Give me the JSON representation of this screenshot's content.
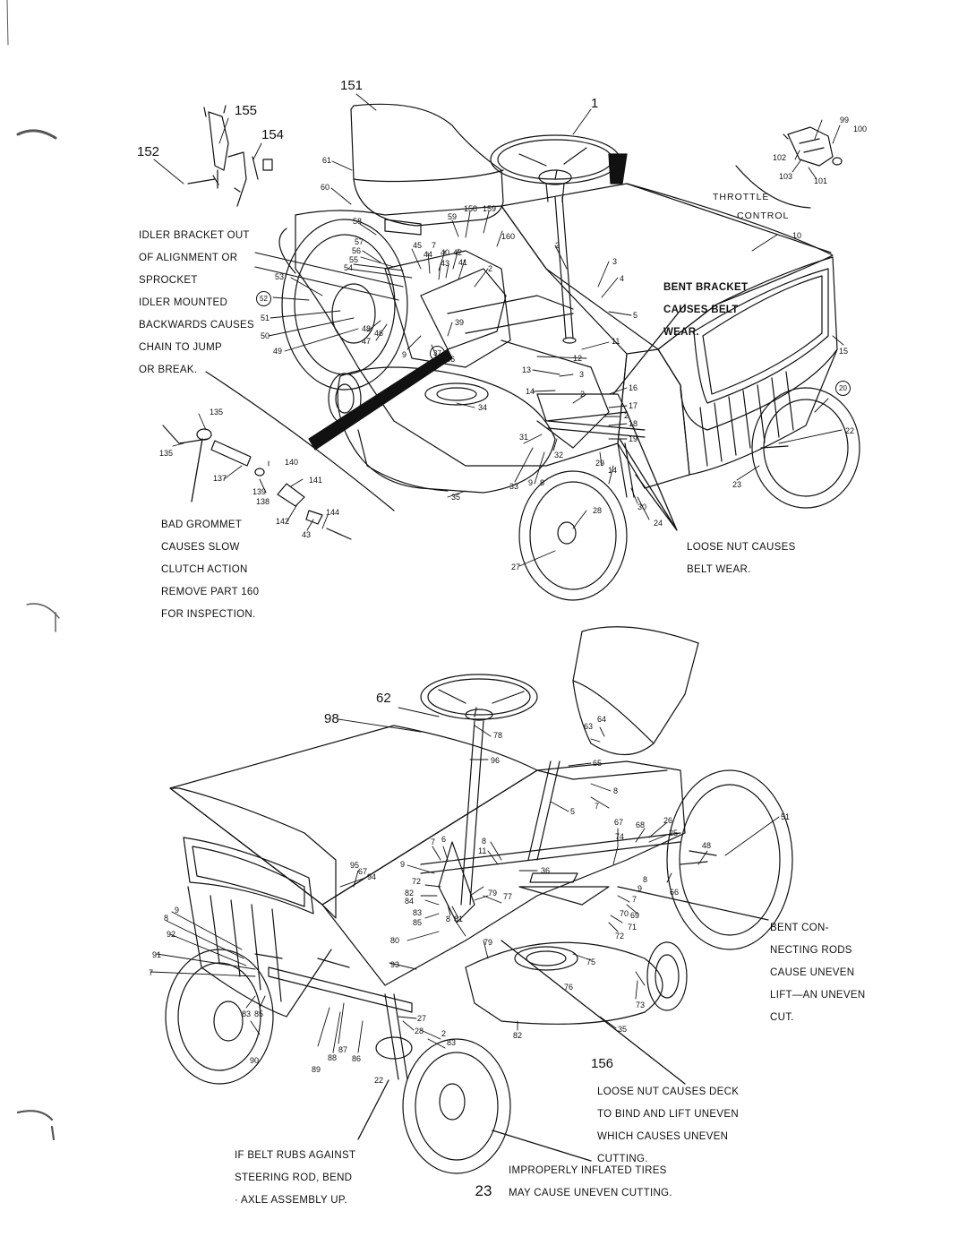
{
  "page_number": "23",
  "top_diagram": {
    "throttle_label_1": "THROTTLE",
    "throttle_label_2": "CONTROL",
    "notes": {
      "idler_1": "IDLER BRACKET OUT",
      "idler_2": "OF ALIGNMENT OR",
      "idler_3": "SPROCKET",
      "idler_4": "IDLER MOUNTED",
      "idler_5": "BACKWARDS CAUSES",
      "idler_6": "CHAIN TO JUMP",
      "idler_7": "OR BREAK.",
      "bent_1": "BENT BRACKET",
      "bent_2": "CAUSES BELT",
      "bent_3": "WEAR.",
      "grommet_1": "BAD GROMMET",
      "grommet_2": "CAUSES SLOW",
      "grommet_3": "CLUTCH ACTION",
      "grommet_4": "REMOVE PART 160",
      "grommet_5": "FOR INSPECTION.",
      "loose_1": "LOOSE NUT CAUSES",
      "loose_2": "BELT WEAR."
    },
    "part_numbers": {
      "p151": "151",
      "p155": "155",
      "p154": "154",
      "p152": "152",
      "p1": "1",
      "p99": "99",
      "p100": "100",
      "p102": "102",
      "p103": "103",
      "p101": "101",
      "p61": "61",
      "p60": "60",
      "p58": "58",
      "p59": "59",
      "p158": "158",
      "p159": "159",
      "p160": "160",
      "p57": "57",
      "p56": "56",
      "p55": "55",
      "p54": "54",
      "p53": "53",
      "p52": "52",
      "p51": "51",
      "p50": "50",
      "p49": "49",
      "p48": "48",
      "p46": "46",
      "p47": "47",
      "p45": "45",
      "p7": "7",
      "p40": "40",
      "p42": "42",
      "p44": "44",
      "p43": "43",
      "p41": "41",
      "p2a": "2",
      "p2b": "2",
      "p3a": "3",
      "p4": "4",
      "p5": "5",
      "p10": "10",
      "p11": "11",
      "p12": "12",
      "p13": "13",
      "p3b": "3",
      "p14a": "14",
      "p2c": "2",
      "p15": "15",
      "p16": "16",
      "p17": "17",
      "p2d": "2",
      "p18": "18",
      "p19": "19",
      "p20": "20",
      "p22": "22",
      "p23": "23",
      "p9a": "9",
      "p36": "36",
      "p37": "37",
      "p39": "39",
      "p34": "34",
      "p31": "31",
      "p32": "32",
      "p29": "29",
      "p14b": "14",
      "p33": "33",
      "p9b": "9",
      "p8": "8",
      "p35": "35",
      "p30": "30",
      "p24": "24",
      "p28": "28",
      "p27": "27",
      "p135a": "135",
      "p135b": "135",
      "p137": "137",
      "p140": "140",
      "p141": "141",
      "p139": "139",
      "p138": "138",
      "p142": "142",
      "p144": "144",
      "p43b": "43"
    }
  },
  "bottom_diagram": {
    "notes": {
      "rods_1": "BENT CON-",
      "rods_2": "NECTING RODS",
      "rods_3": "CAUSE UNEVEN",
      "rods_4": "LIFT—AN UNEVEN",
      "rods_5": "CUT.",
      "deck_1": "LOOSE NUT CAUSES DECK",
      "deck_2": "TO BIND AND LIFT UNEVEN",
      "deck_3": "WHICH CAUSES UNEVEN",
      "deck_4": "CUTTING.",
      "belt_1": "IF BELT RUBS AGAINST",
      "belt_2": "STEERING ROD, BEND",
      "belt_3": "· AXLE ASSEMBLY UP.",
      "tires_1": "IMPROPERLY INFLATED TIRES",
      "tires_2": "MAY CAUSE UNEVEN CUTTING."
    },
    "part_numbers": {
      "p62": "62",
      "p98": "98",
      "p64": "64",
      "p63": "63",
      "p78": "78",
      "p96": "96",
      "p65": "65",
      "p8a": "8",
      "p7a": "7",
      "p5": "5",
      "p51": "51",
      "p67": "67",
      "p68": "68",
      "p26": "26",
      "p25": "25",
      "p48": "48",
      "p74": "74",
      "p66": "66",
      "p7b": "7",
      "p6": "6",
      "p8b": "8",
      "p11": "11",
      "p95": "95",
      "p67b": "67",
      "p94": "94",
      "p9a": "9",
      "p72a": "72",
      "p82a": "82",
      "p36": "36",
      "p84": "84",
      "p79a": "79",
      "p77": "77",
      "p7c": "7",
      "p9b": "9",
      "p8c": "8",
      "p70": "70",
      "p69": "69",
      "p83a": "83",
      "p85a": "85",
      "p8d": "8",
      "p81": "81",
      "p71": "71",
      "p72b": "72",
      "p80": "80",
      "p9c": "9",
      "p8e": "8",
      "p92": "92",
      "p91": "91",
      "p93": "93",
      "p79b": "79",
      "p75": "75",
      "p7d": "7",
      "p76": "76",
      "p73": "73",
      "p83b": "83",
      "p85b": "85",
      "p27": "27",
      "p35": "35",
      "p28": "28",
      "p2": "2",
      "p83c": "83",
      "p82b": "82",
      "p90": "90",
      "p89": "89",
      "p87": "87",
      "p88": "88",
      "p86": "86",
      "p22": "22",
      "p156": "156"
    }
  }
}
